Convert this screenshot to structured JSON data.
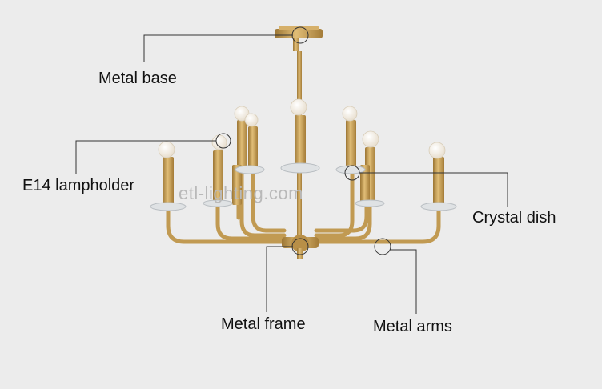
{
  "watermark": "etl-lighting.com",
  "labels": {
    "metal_base": "Metal base",
    "lampholder": "E14 lampholder",
    "crystal_dish": "Crystal dish",
    "metal_frame": "Metal frame",
    "metal_arms": "Metal arms"
  },
  "colors": {
    "background": "#ececec",
    "brass": "#c9a35c",
    "brass_dark": "#a07a36",
    "bulb": "#f7f1e6",
    "leader": "#333333"
  }
}
